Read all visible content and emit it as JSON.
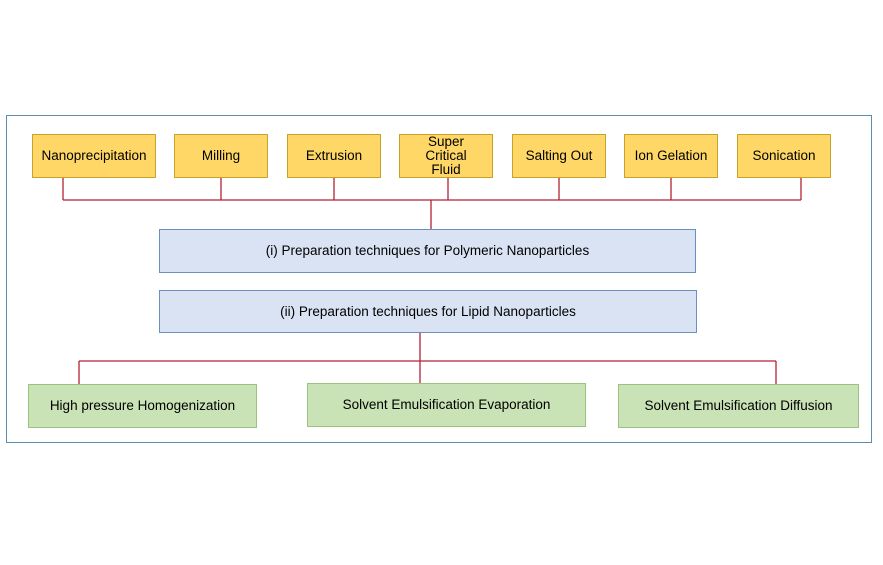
{
  "polymeric_methods": [
    "Nanoprecipitation",
    "Milling",
    "Extrusion",
    "Super Critical Fluid",
    "Salting Out",
    "Ion Gelation",
    "Sonication"
  ],
  "polymeric_title": "(i) Preparation techniques for Polymeric Nanoparticles",
  "lipid_title": "(ii) Preparation techniques for Lipid Nanoparticles",
  "lipid_methods": [
    "High pressure Homogenization",
    "Solvent Emulsification Evaporation",
    "Solvent Emulsification Diffusion"
  ],
  "colors": {
    "method_fill": "#fed766",
    "category_fill": "#dae3f3",
    "lipid_method_fill": "#c9e2b6",
    "connector": "#b22234",
    "frame_border": "#5b8db3"
  }
}
